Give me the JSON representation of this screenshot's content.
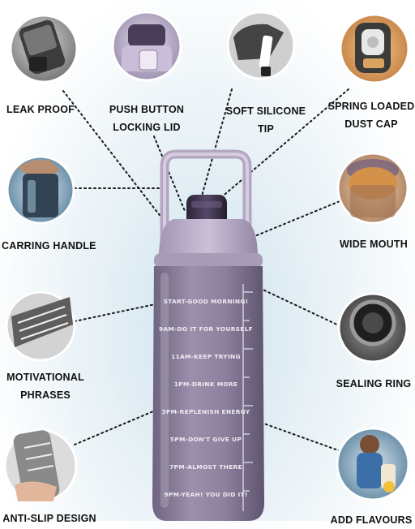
{
  "product": {
    "features": [
      {
        "id": "leak-proof",
        "lines": [
          "LEAK PROOF"
        ]
      },
      {
        "id": "push-button",
        "lines": [
          "PUSH BUTTON",
          "LOCKING LID"
        ]
      },
      {
        "id": "silicone-tip",
        "lines": [
          "SOFT SILICONE",
          "TIP"
        ]
      },
      {
        "id": "dust-cap",
        "lines": [
          "SPRING LOADED",
          "DUST CAP"
        ]
      },
      {
        "id": "handle",
        "lines": [
          "CARRING HANDLE"
        ]
      },
      {
        "id": "wide-mouth",
        "lines": [
          "WIDE MOUTH"
        ]
      },
      {
        "id": "phrases",
        "lines": [
          "MOTIVATIONAL",
          "PHRASES"
        ]
      },
      {
        "id": "sealing-ring",
        "lines": [
          "SEALING RING"
        ]
      },
      {
        "id": "anti-slip",
        "lines": [
          "ANTI-SLIP DESIGN"
        ]
      },
      {
        "id": "flavours",
        "lines": [
          "ADD FLAVOURS"
        ]
      }
    ],
    "bottle_phrases": [
      "START-GOOD MORNING!",
      "9AM-DO IT FOR YOURSELF",
      "11AM-KEEP TRYING",
      "1PM-DRINK MORE",
      "3PM-REPLENISH ENERGY",
      "5PM-DON'T GIVE UP",
      "7PM-ALMOST THERE",
      "9PM-YEAH! YOU DID IT!"
    ],
    "colors": {
      "bottle": "#8a7f99",
      "lid": "#b7abc6",
      "cap": "#3b3145",
      "label_text": "#111111"
    }
  }
}
